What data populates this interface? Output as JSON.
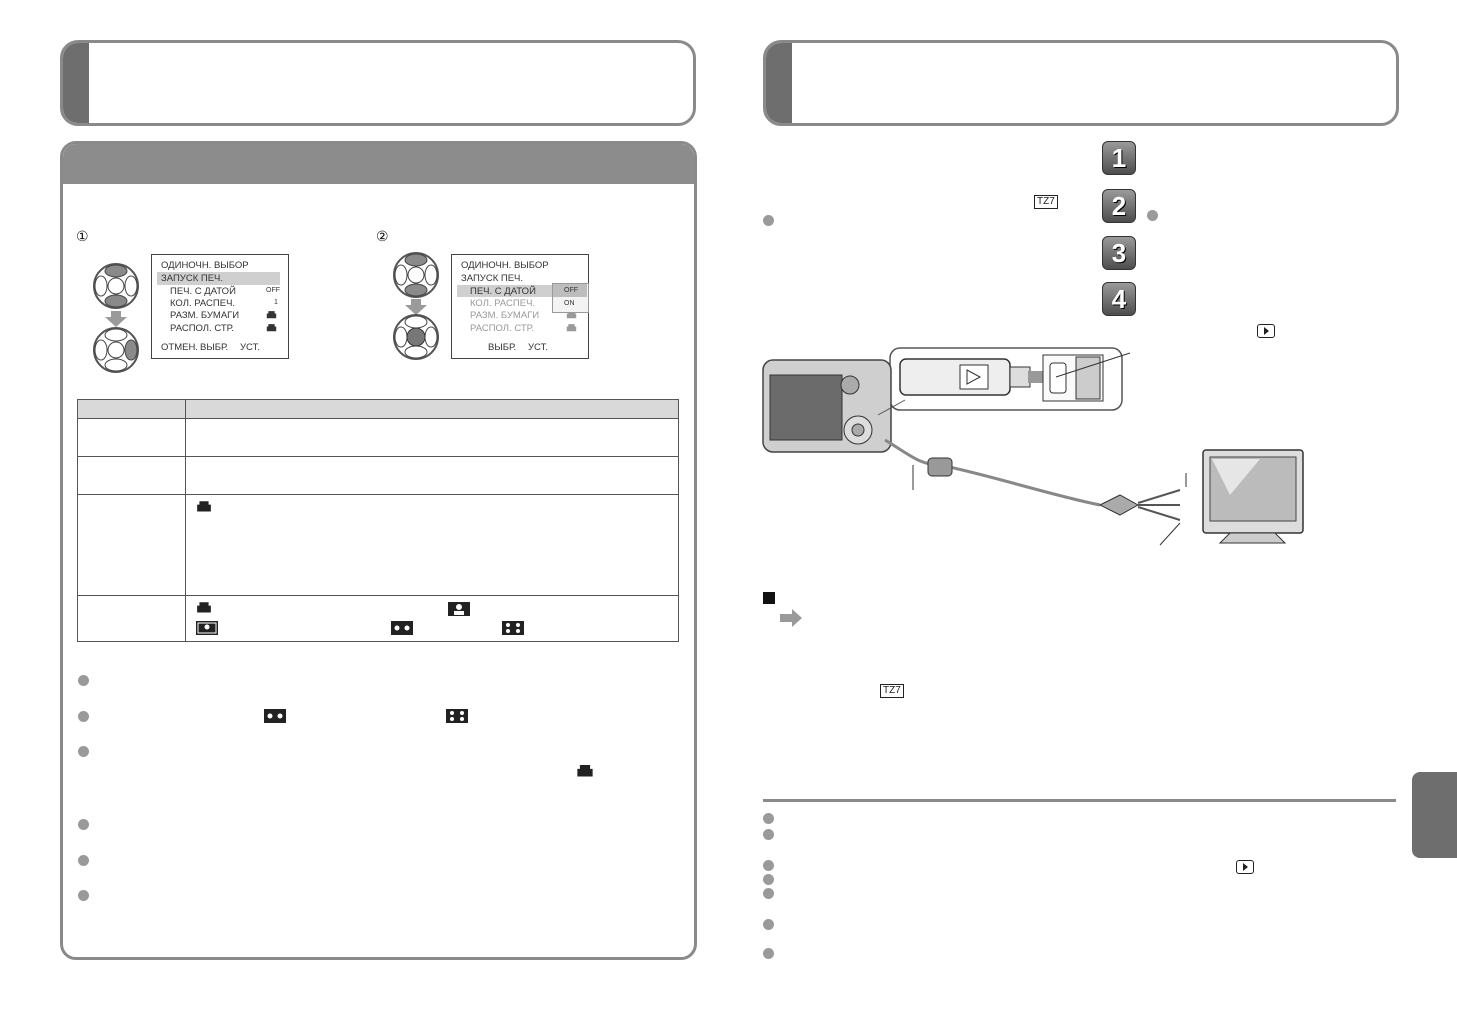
{
  "left_panel": {
    "step_markers": [
      "①",
      "②"
    ],
    "menu1": {
      "title": "ОДИНОЧН. ВЫБОР",
      "items": [
        "ЗАПУСК ПЕЧ.",
        "ПЕЧ. С ДАТОЙ",
        "КОЛ. РАСПЕЧ.",
        "РАЗМ. БУМАГИ",
        "РАСПОЛ. СТР."
      ],
      "values": [
        "OFF",
        "1"
      ],
      "footer_cancel": "ОТМЕН.",
      "footer_select": "ВЫБР.",
      "footer_set": "УСТ."
    },
    "menu2": {
      "title": "ОДИНОЧН. ВЫБОР",
      "items": [
        "ЗАПУСК ПЕЧ.",
        "ПЕЧ. С ДАТОЙ",
        "КОЛ. РАСПЕЧ.",
        "РАЗМ. БУМАГИ",
        "РАСПОЛ. СТР."
      ],
      "options": [
        "OFF",
        "ON"
      ],
      "footer_select": "ВЫБР.",
      "footer_set": "УСТ."
    }
  },
  "right_panel": {
    "steps": [
      "1",
      "2",
      "3",
      "4"
    ],
    "model_badge": "TZ7"
  },
  "colors": {
    "frame_gray": "#8a8a8a",
    "tab_dark": "#6e6e6e",
    "header_gray": "#8c8c8c",
    "table_header": "#d9d9d9"
  }
}
